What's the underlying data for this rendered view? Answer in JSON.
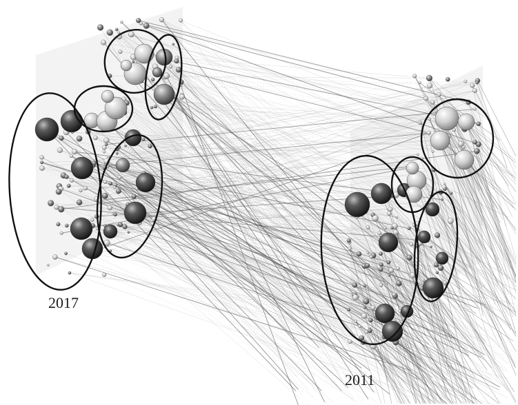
{
  "figure": {
    "panels": [
      {
        "id": "left",
        "year_label": "2017"
      },
      {
        "id": "right",
        "year_label": "2011"
      }
    ]
  }
}
